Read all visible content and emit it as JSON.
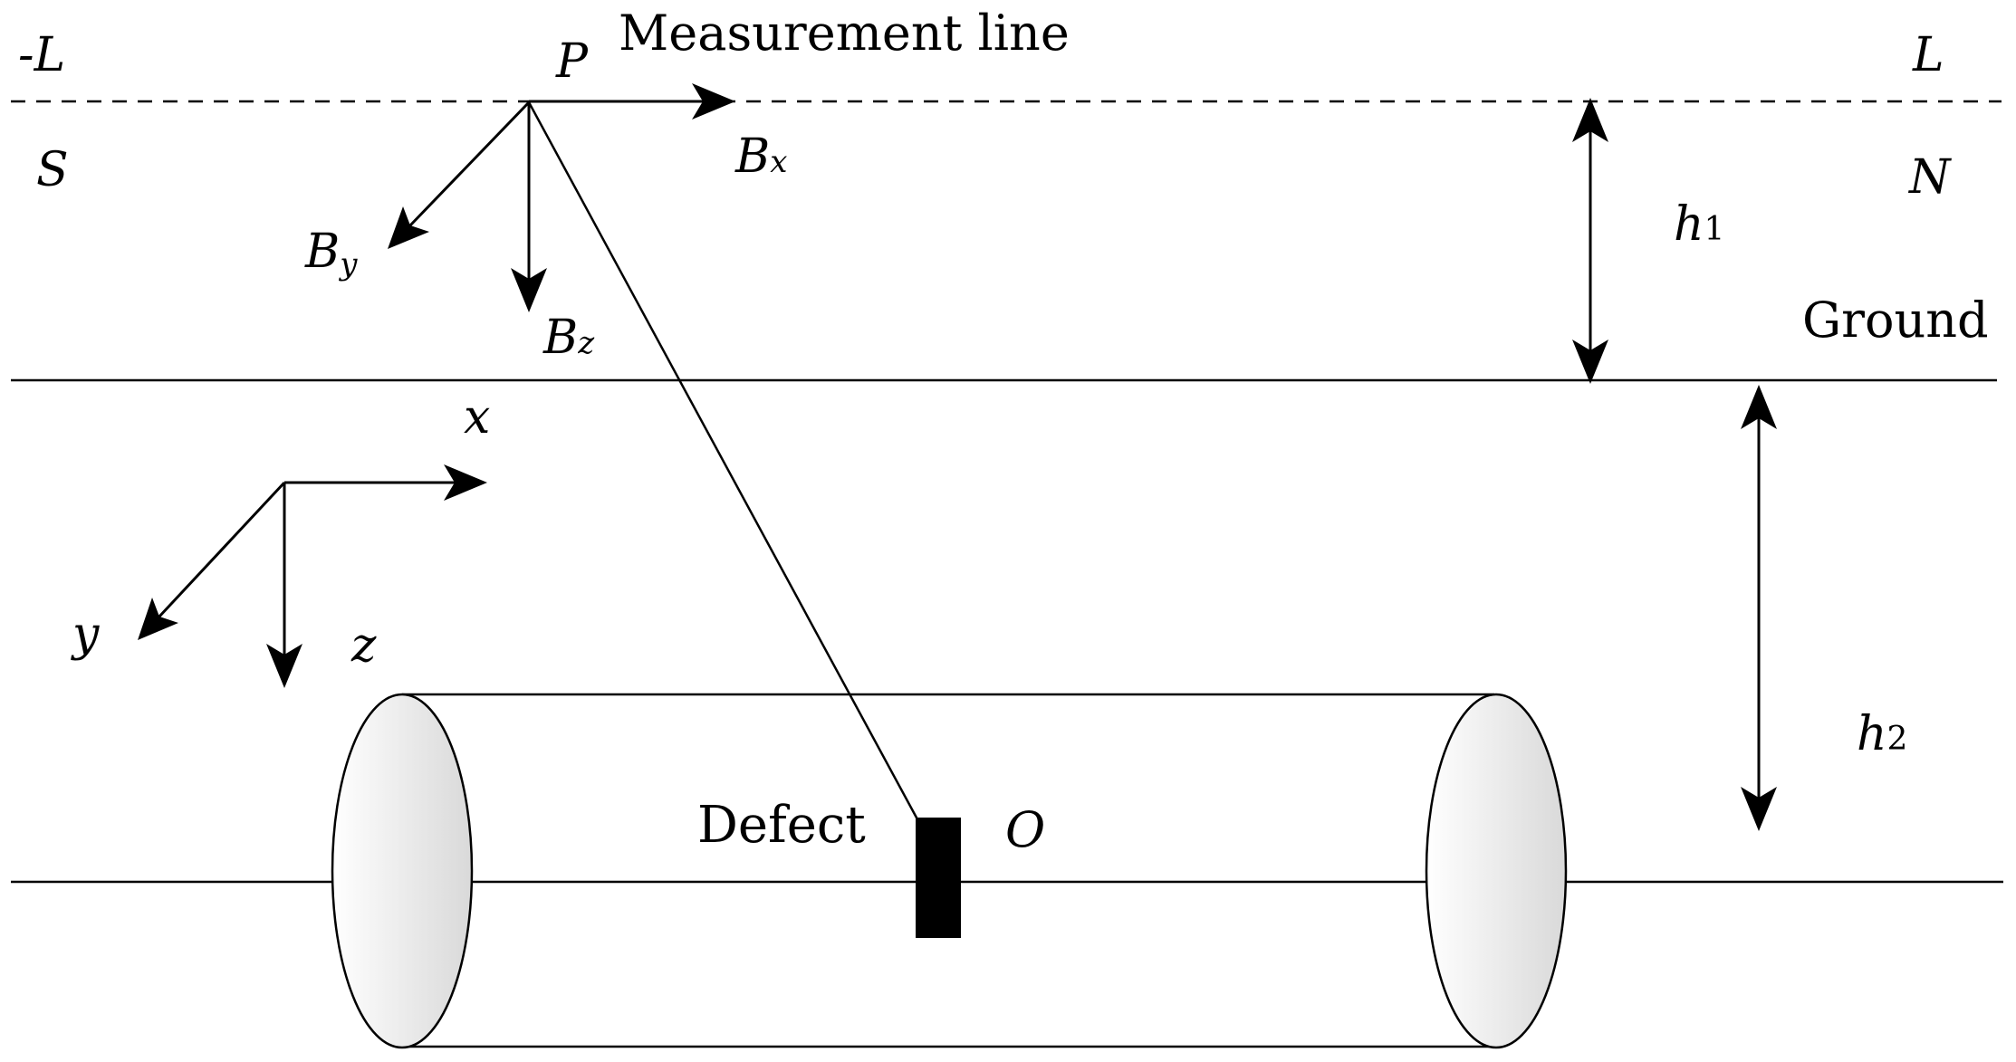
{
  "line_color": "#000000",
  "background": "#ffffff",
  "cap_fill_light": "#ffffff",
  "cap_fill_dark": "#d9d9d9",
  "defect_fill": "#000000",
  "labels": {
    "neg_l": "-L",
    "l": "L",
    "s": "S",
    "n": "N",
    "p": "P",
    "measurement_line": "Measurement line",
    "bx_main": "B",
    "bx_sub": "x",
    "by_main": "B",
    "by_sub": "y",
    "bz_main": "B",
    "bz_sub": "z",
    "h1_main": "h",
    "h1_sub": "1",
    "h2_main": "h",
    "h2_sub": "2",
    "ground": "Ground",
    "axis_x": "x",
    "axis_y": "y",
    "axis_z": "z",
    "defect": "Defect",
    "origin": "O"
  }
}
